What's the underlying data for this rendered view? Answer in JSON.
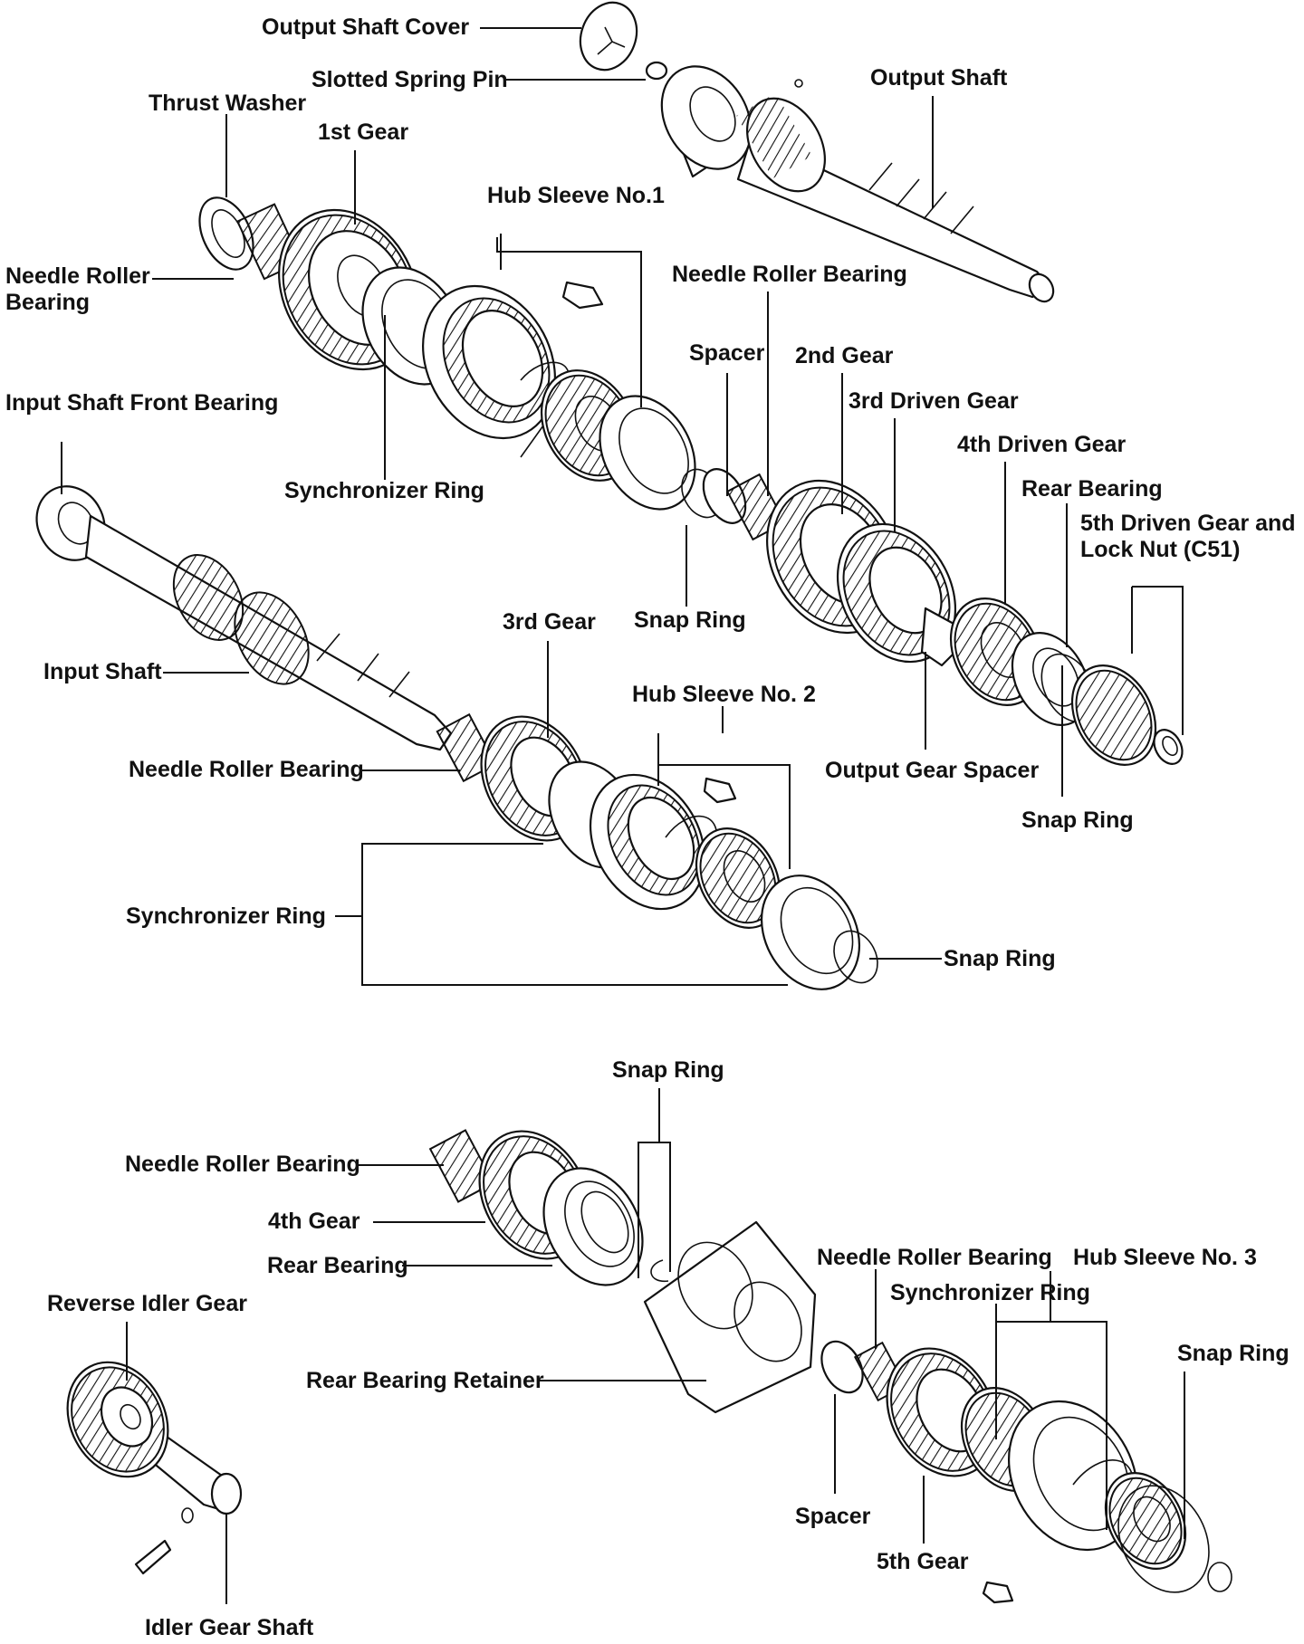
{
  "labels": {
    "output_shaft_cover": "Output Shaft Cover",
    "slotted_spring_pin": "Slotted Spring Pin",
    "output_shaft": "Output Shaft",
    "thrust_washer": "Thrust Washer",
    "first_gear": "1st Gear",
    "hub_sleeve_1": "Hub Sleeve No.1",
    "needle_roller_bearing_1_line1": "Needle Roller",
    "needle_roller_bearing_1_line2": "Bearing",
    "needle_roller_bearing_2": "Needle Roller Bearing",
    "spacer_1": "Spacer",
    "second_gear": "2nd Gear",
    "third_driven_gear": "3rd Driven Gear",
    "input_shaft_front_bearing": "Input Shaft Front Bearing",
    "fourth_driven_gear": "4th Driven Gear",
    "synchronizer_ring_1": "Synchronizer Ring",
    "rear_bearing_1": "Rear Bearing",
    "fifth_driven_gear_line1": "5th Driven Gear and",
    "fifth_driven_gear_line2": "Lock Nut (C51)",
    "snap_ring_1": "Snap Ring",
    "third_gear": "3rd Gear",
    "input_shaft": "Input Shaft",
    "hub_sleeve_2": "Hub Sleeve No. 2",
    "needle_roller_bearing_3": "Needle Roller Bearing",
    "output_gear_spacer": "Output Gear Spacer",
    "snap_ring_2": "Snap Ring",
    "synchronizer_ring_2": "Synchronizer  Ring",
    "snap_ring_3": "Snap Ring",
    "snap_ring_4": "Snap Ring",
    "needle_roller_bearing_4": "Needle Roller Bearing",
    "fourth_gear": "4th Gear",
    "rear_bearing_2": "Rear Bearing",
    "needle_roller_bearing_5": "Needle Roller Bearing",
    "hub_sleeve_3": "Hub Sleeve No. 3",
    "synchronizer_ring_3": "Synchronizer Ring",
    "reverse_idler_gear": "Reverse Idler Gear",
    "snap_ring_5": "Snap Ring",
    "rear_bearing_retainer": "Rear Bearing Retainer",
    "spacer_2": "Spacer",
    "fifth_gear": "5th Gear",
    "idler_gear_shaft": "Idler Gear Shaft"
  }
}
